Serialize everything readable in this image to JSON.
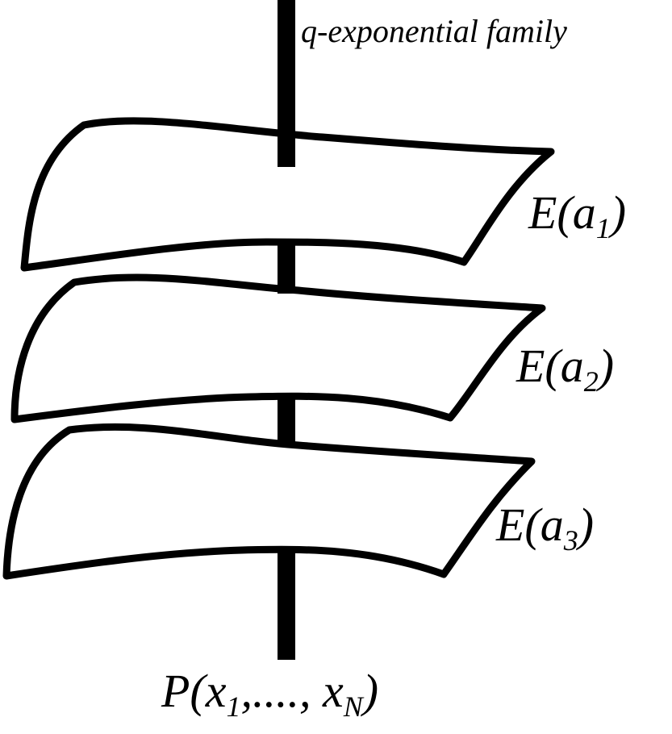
{
  "diagram": {
    "axis_label": "q-exponential family",
    "sheets": [
      {
        "label": {
          "base": "E(a",
          "sub": "1",
          "close": ")"
        }
      },
      {
        "label": {
          "base": "E(a",
          "sub": "2",
          "close": ")"
        }
      },
      {
        "label": {
          "base": "E(a",
          "sub": "3",
          "close": ")"
        }
      }
    ],
    "point_label": {
      "prefix": "P(x",
      "sub1": "1",
      "middle": ",...., x",
      "sub2": "N",
      "close": ")"
    },
    "colors": {
      "ink": "#000000",
      "background": "#ffffff"
    }
  }
}
